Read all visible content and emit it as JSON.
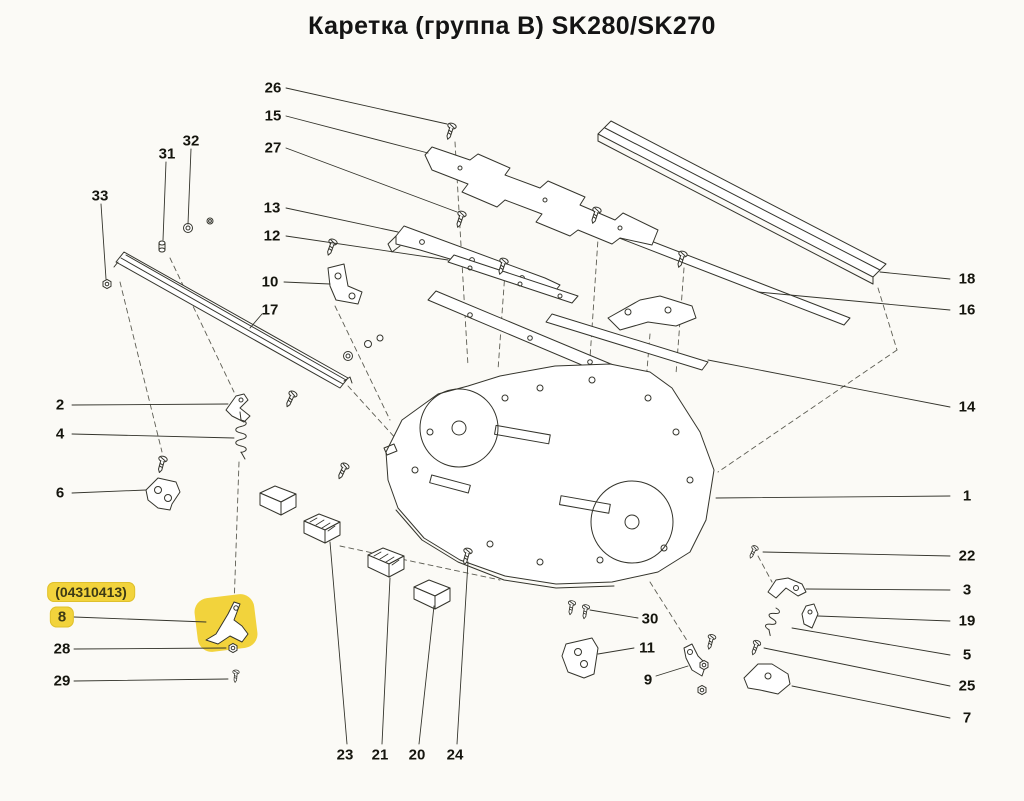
{
  "title": "Каретка (группа B) SK280/SK270",
  "highlight": {
    "part_code": "(04310413)",
    "part_number": "8",
    "color": "#f2d33c"
  },
  "labels": [
    {
      "id": "26"
    },
    {
      "id": "15"
    },
    {
      "id": "27"
    },
    {
      "id": "31"
    },
    {
      "id": "32"
    },
    {
      "id": "33"
    },
    {
      "id": "13"
    },
    {
      "id": "12"
    },
    {
      "id": "10"
    },
    {
      "id": "17"
    },
    {
      "id": "18"
    },
    {
      "id": "16"
    },
    {
      "id": "2"
    },
    {
      "id": "4"
    },
    {
      "id": "14"
    },
    {
      "id": "6"
    },
    {
      "id": "1"
    },
    {
      "id": "22"
    },
    {
      "id": "3"
    },
    {
      "id": "19"
    },
    {
      "id": "28"
    },
    {
      "id": "5"
    },
    {
      "id": "30"
    },
    {
      "id": "11"
    },
    {
      "id": "29"
    },
    {
      "id": "9"
    },
    {
      "id": "25"
    },
    {
      "id": "7"
    },
    {
      "id": "23"
    },
    {
      "id": "21"
    },
    {
      "id": "20"
    },
    {
      "id": "24"
    }
  ]
}
